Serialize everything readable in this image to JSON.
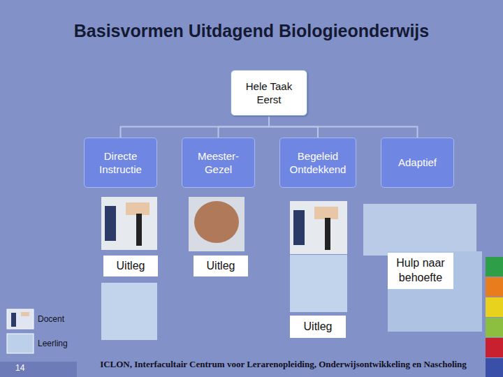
{
  "diagram": {
    "title": "Basisvormen Uitdagend Biologieonderwijs",
    "nodes": [
      {
        "text": [
          "Hele Taak Eerst"
        ]
      },
      {
        "text": [
          "Directe Instructie"
        ]
      },
      {
        "text": [
          "Meester-Gezel"
        ]
      },
      {
        "text": [
          "Begeleid Ontdekkend"
        ]
      },
      {
        "text": [
          "Adaptief"
        ]
      },
      {
        "text": [
          "Uitleg"
        ]
      },
      {
        "text": [
          "Uitleg"
        ]
      },
      {
        "text": [
          "Hulp naar behoefte"
        ]
      },
      {
        "text": [
          "Uitleg"
        ]
      }
    ],
    "edges": [
      {
        "from": 0,
        "to": 1,
        "arrow": "none"
      },
      {
        "from": 0,
        "to": 2,
        "arrow": "none"
      },
      {
        "from": 0,
        "to": 3,
        "arrow": "none"
      },
      {
        "from": 0,
        "to": 4,
        "arrow": "none"
      }
    ],
    "labels": [
      "14",
      "ICLON, Interfacultair Centrum voor Lerarenopleiding, Onderwijsontwikkeling en Nascholing"
    ],
    "legend": [
      {
        "text": "Docent"
      },
      {
        "text": "Leerling"
      }
    ]
  }
}
